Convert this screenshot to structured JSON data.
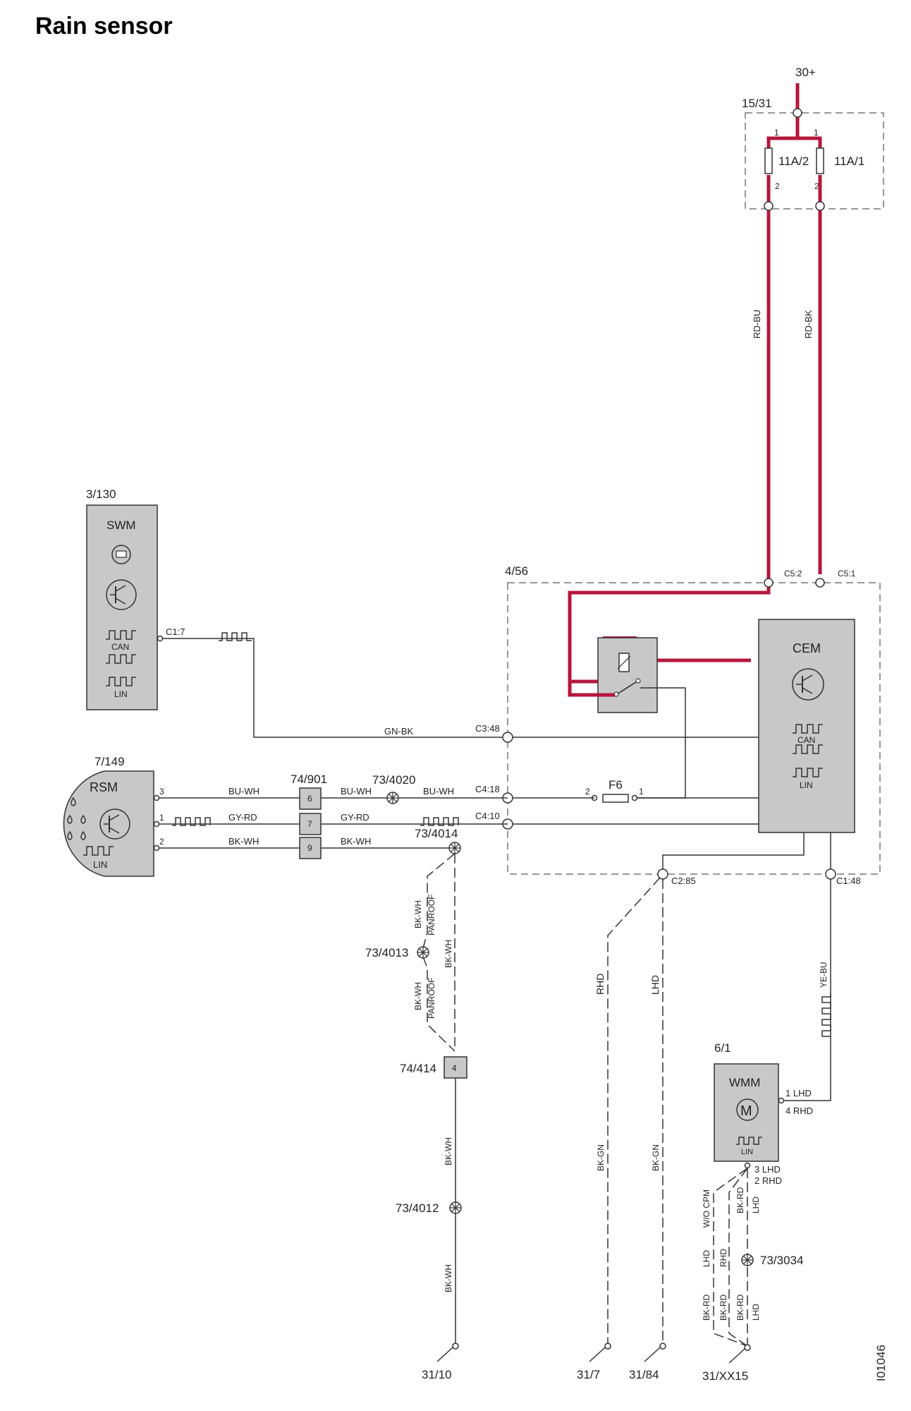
{
  "title": "Rain sensor",
  "colors": {
    "power_wire": "#b5173c",
    "component_fill": "#c8c8c8",
    "wire": "#333333"
  },
  "supply": {
    "label": "30+"
  },
  "fusebox": {
    "id": "15/31",
    "fuse_a": "11A/2",
    "fuse_b": "11A/1",
    "pin_top_a": "1",
    "pin_top_b": "1",
    "pin_bot_a": "2",
    "pin_bot_b": "2"
  },
  "wires": {
    "rd_bu": "RD-BU",
    "rd_bk": "RD-BK",
    "gn_bk": "GN-BK",
    "bu_wh": "BU-WH",
    "gy_rd": "GY-RD",
    "bk_wh": "BK-WH",
    "ye_bu": "YE-BU",
    "bk_gn": "BK-GN",
    "bk_rd": "BK-RD"
  },
  "swm": {
    "id": "3/130",
    "name": "SWM",
    "can": "CAN",
    "lin": "LIN",
    "pin": "C1:7"
  },
  "cem_area": {
    "id": "4/56",
    "name": "CEM",
    "can": "CAN",
    "lin": "LIN",
    "pins": {
      "c5_2": "C5:2",
      "c5_1": "C5:1",
      "c3_48": "C3:48",
      "c4_18": "C4:18",
      "c4_10": "C4:10",
      "c2_85": "C2:85",
      "c1_48": "C1:48"
    },
    "fuse": "F6",
    "fuse_pin_l": "2",
    "fuse_pin_r": "1"
  },
  "rsm": {
    "id": "7/149",
    "name": "RSM",
    "lin": "LIN",
    "pin3": "3",
    "pin1": "1",
    "pin2": "2"
  },
  "connector_74_901": {
    "id": "74/901",
    "pin6": "6",
    "pin7": "7",
    "pin9": "9"
  },
  "splices": {
    "s4020": "73/4020",
    "s4014": "73/4014",
    "s4013": "73/4013",
    "s4012": "73/4012",
    "s3034": "73/3034"
  },
  "notes": {
    "panroof": "PANROOF",
    "rhd": "RHD",
    "lhd": "LHD",
    "wo_cpm": "W/O CPM"
  },
  "connector_74_414": {
    "id": "74/414",
    "pin": "4"
  },
  "wmm": {
    "id": "6/1",
    "name": "WMM",
    "motor": "M",
    "lin": "LIN",
    "pin_1lhd": "1 LHD",
    "pin_4rhd": "4 RHD",
    "pin_3lhd": "3 LHD",
    "pin_2rhd": "2 RHD"
  },
  "grounds": {
    "g1": "31/10",
    "g2": "31/7",
    "g3": "31/84",
    "g4": "31/XX15"
  },
  "figure_code": "I01046"
}
